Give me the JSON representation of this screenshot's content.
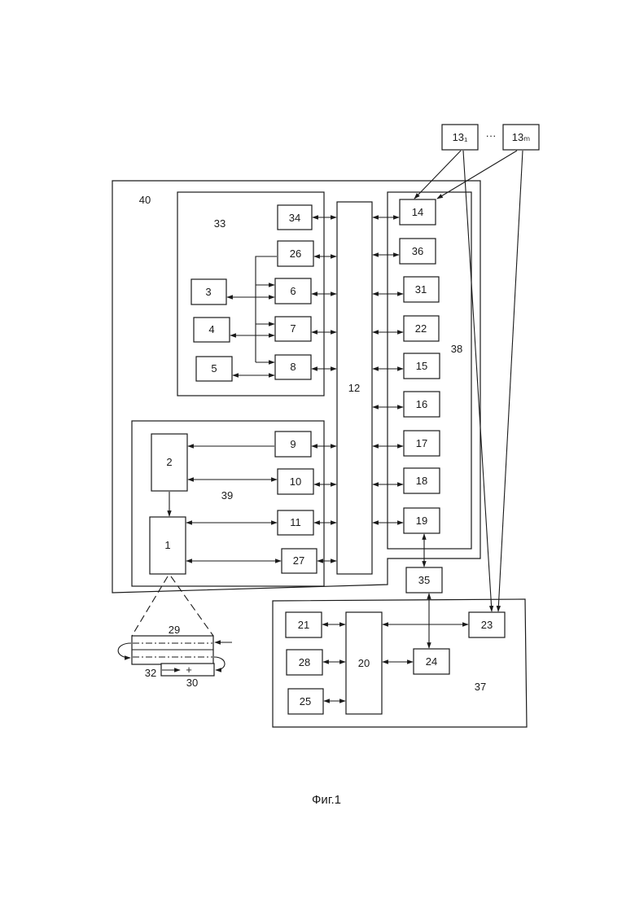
{
  "caption": "Фиг.1",
  "ellipsis": "···",
  "group_labels": {
    "outer": "40",
    "top_group": "33",
    "bottom_group": "39",
    "right_group": "38",
    "lower_group": "37"
  },
  "blocks": {
    "b1": "1",
    "b2": "2",
    "b3": "3",
    "b4": "4",
    "b5": "5",
    "b6": "6",
    "b7": "7",
    "b8": "8",
    "b9": "9",
    "b10": "10",
    "b11": "11",
    "b12": "12",
    "b13_1": "13₁",
    "b13_m": "13ₘ",
    "b14": "14",
    "b15": "15",
    "b16": "16",
    "b17": "17",
    "b18": "18",
    "b19": "19",
    "b20": "20",
    "b21": "21",
    "b22": "22",
    "b23": "23",
    "b24": "24",
    "b25": "25",
    "b26": "26",
    "b27": "27",
    "b28": "28",
    "b31": "31",
    "b34": "34",
    "b35": "35",
    "b36": "36"
  },
  "detail_labels": {
    "l29": "29",
    "l30": "30",
    "l32": "32"
  },
  "detail_plus": "+"
}
